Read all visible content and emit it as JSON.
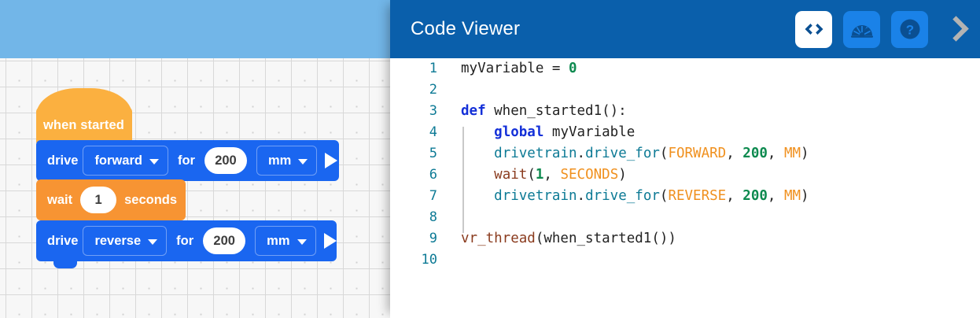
{
  "editor": {
    "toolbar_band_color": "#72b6e8",
    "canvas_color": "#f7f7f7",
    "blocks": [
      {
        "id": "when-started",
        "kind": "hat",
        "label": "when started",
        "color": "#fbb040"
      },
      {
        "id": "drive-forward",
        "kind": "statement",
        "color": "#1a66f0",
        "word_1": "drive",
        "dropdown_1": "forward",
        "word_2": "for",
        "value": "200",
        "dropdown_2": "mm",
        "run_icon": "play-icon"
      },
      {
        "id": "wait-1-seconds",
        "kind": "statement",
        "color": "#f79433",
        "word_1": "wait",
        "value": "1",
        "word_2": "seconds"
      },
      {
        "id": "drive-reverse",
        "kind": "statement",
        "color": "#1a66f0",
        "word_1": "drive",
        "dropdown_1": "reverse",
        "word_2": "for",
        "value": "200",
        "dropdown_2": "mm",
        "run_icon": "play-icon"
      }
    ]
  },
  "code_viewer": {
    "title": "Code Viewer",
    "header_color": "#0a5fab",
    "actions": [
      {
        "name": "code-view-button",
        "icon": "angle-brackets-icon",
        "state": "active"
      },
      {
        "name": "dashboard-button",
        "icon": "gauge-icon",
        "state": "inactive"
      },
      {
        "name": "help-button",
        "icon": "question-mark-icon",
        "state": "inactive"
      },
      {
        "name": "collapse-panel-button",
        "icon": "chevron-right-icon",
        "state": "inactive"
      }
    ],
    "line_numbers": [
      "1",
      "2",
      "3",
      "4",
      "5",
      "6",
      "7",
      "8",
      "9",
      "10"
    ],
    "lines": [
      {
        "n": "1",
        "tokens": [
          {
            "t": "myVariable ",
            "c": "plain"
          },
          {
            "t": "= ",
            "c": "punct"
          },
          {
            "t": "0",
            "c": "num"
          }
        ]
      },
      {
        "n": "2",
        "tokens": []
      },
      {
        "n": "3",
        "tokens": [
          {
            "t": "def",
            "c": "kw"
          },
          {
            "t": " when_started1():",
            "c": "plain"
          }
        ]
      },
      {
        "n": "4",
        "tokens": [
          {
            "t": "    ",
            "c": "plain"
          },
          {
            "t": "global",
            "c": "kw"
          },
          {
            "t": " myVariable",
            "c": "plain"
          }
        ]
      },
      {
        "n": "5",
        "tokens": [
          {
            "t": "    ",
            "c": "plain"
          },
          {
            "t": "drivetrain",
            "c": "id"
          },
          {
            "t": ".",
            "c": "punct"
          },
          {
            "t": "drive_for",
            "c": "id"
          },
          {
            "t": "(",
            "c": "punct"
          },
          {
            "t": "FORWARD",
            "c": "const"
          },
          {
            "t": ", ",
            "c": "punct"
          },
          {
            "t": "200",
            "c": "num"
          },
          {
            "t": ", ",
            "c": "punct"
          },
          {
            "t": "MM",
            "c": "const"
          },
          {
            "t": ")",
            "c": "punct"
          }
        ]
      },
      {
        "n": "6",
        "tokens": [
          {
            "t": "    ",
            "c": "plain"
          },
          {
            "t": "wait",
            "c": "fn"
          },
          {
            "t": "(",
            "c": "punct"
          },
          {
            "t": "1",
            "c": "num"
          },
          {
            "t": ", ",
            "c": "punct"
          },
          {
            "t": "SECONDS",
            "c": "const"
          },
          {
            "t": ")",
            "c": "punct"
          }
        ]
      },
      {
        "n": "7",
        "tokens": [
          {
            "t": "    ",
            "c": "plain"
          },
          {
            "t": "drivetrain",
            "c": "id"
          },
          {
            "t": ".",
            "c": "punct"
          },
          {
            "t": "drive_for",
            "c": "id"
          },
          {
            "t": "(",
            "c": "punct"
          },
          {
            "t": "REVERSE",
            "c": "const"
          },
          {
            "t": ", ",
            "c": "punct"
          },
          {
            "t": "200",
            "c": "num"
          },
          {
            "t": ", ",
            "c": "punct"
          },
          {
            "t": "MM",
            "c": "const"
          },
          {
            "t": ")",
            "c": "punct"
          }
        ]
      },
      {
        "n": "8",
        "tokens": []
      },
      {
        "n": "9",
        "tokens": [
          {
            "t": "vr_thread",
            "c": "fn"
          },
          {
            "t": "(when_started1())",
            "c": "plain"
          }
        ]
      },
      {
        "n": "10",
        "tokens": []
      }
    ]
  }
}
